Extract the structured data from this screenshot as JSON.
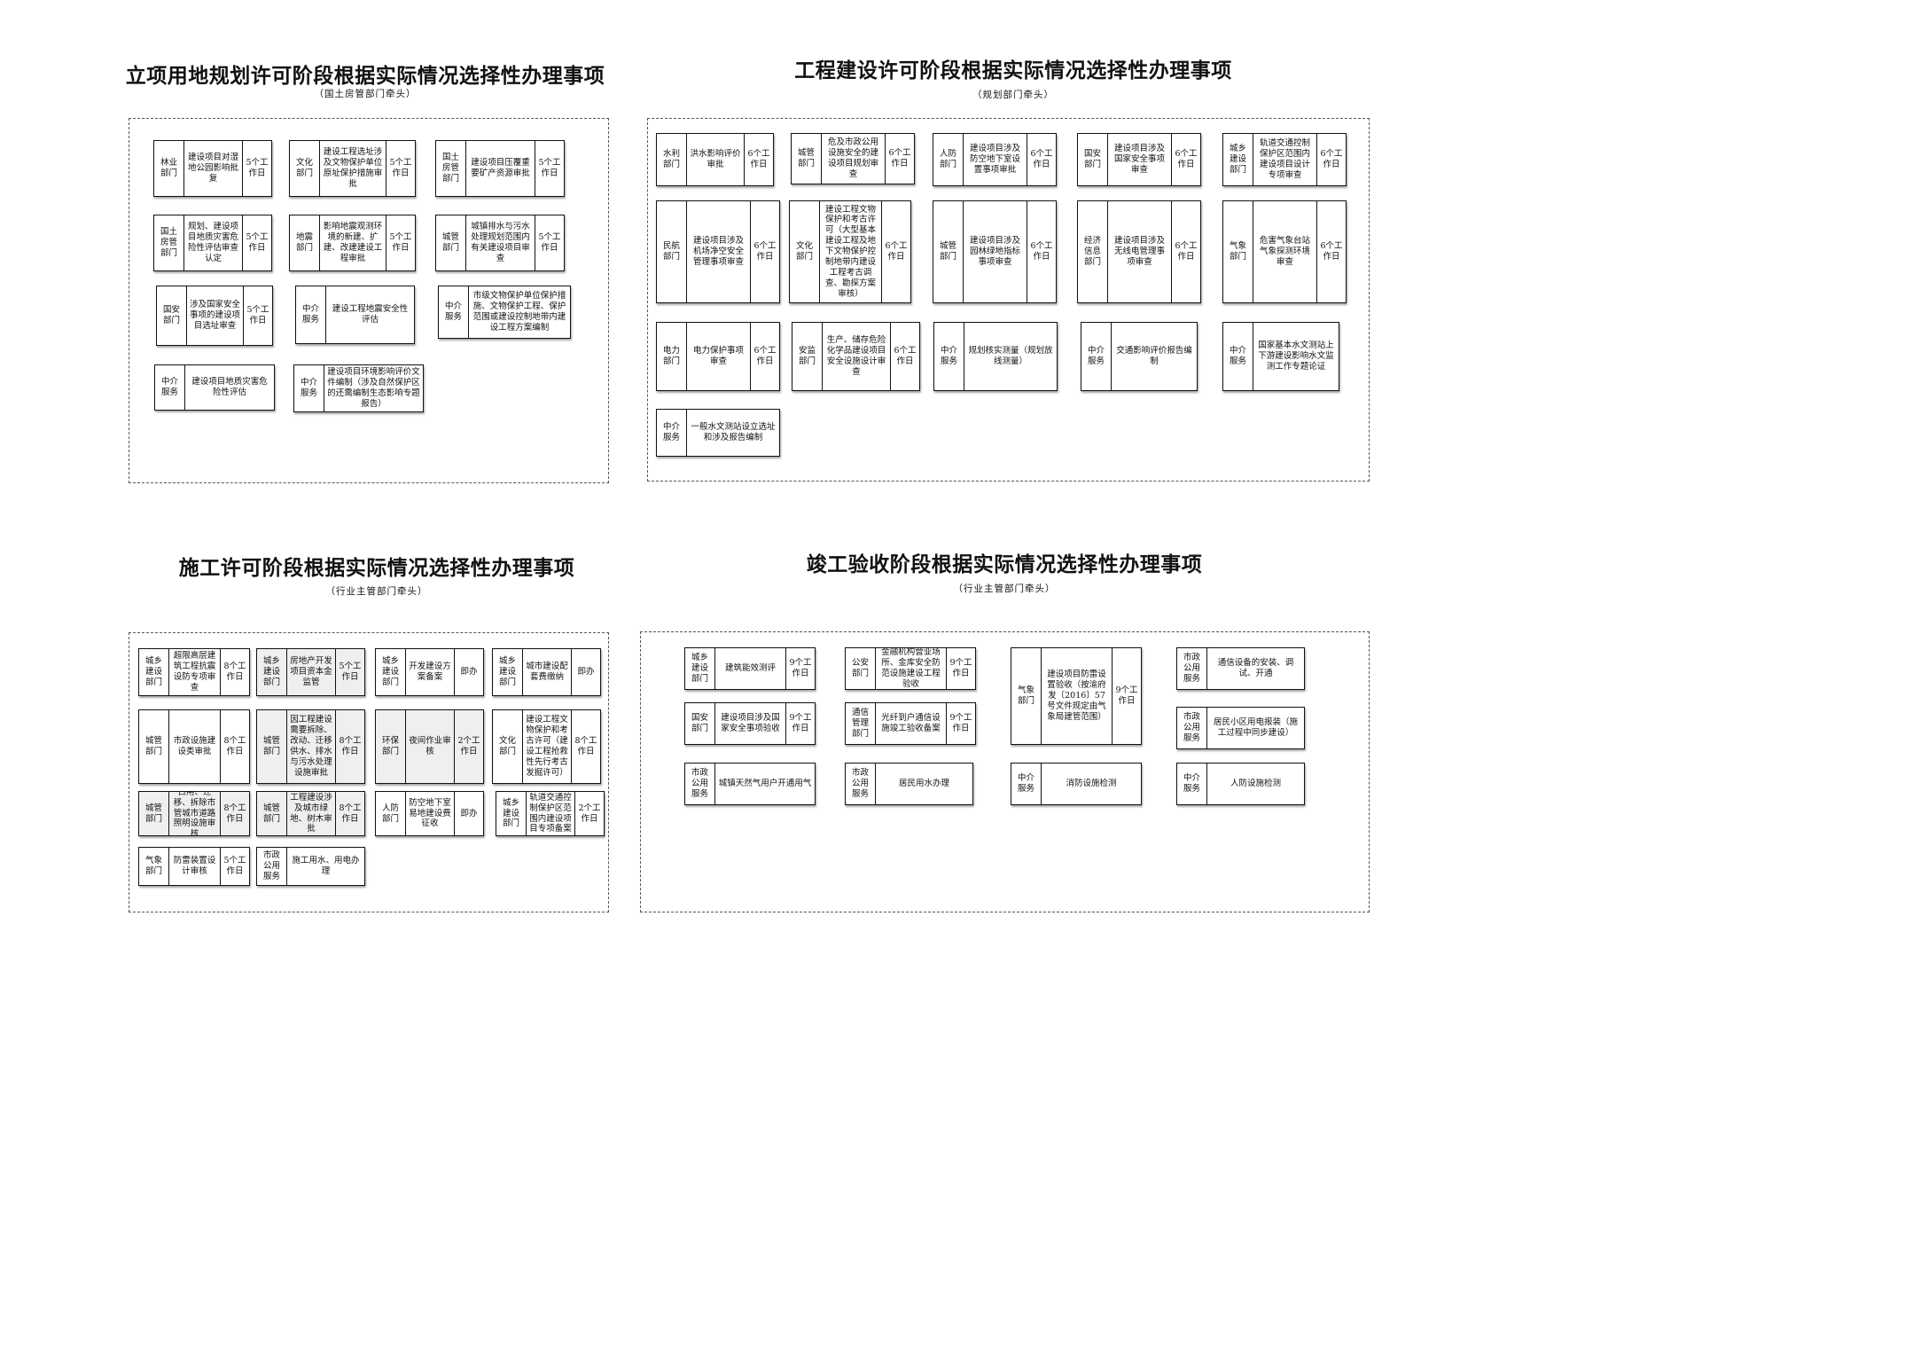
{
  "sections": [
    {
      "title": "立项用地规划许可阶段根据实际情况选择性办理事项",
      "subtitle": "（国土房管部门牵头）",
      "items": [
        {
          "dept": "林业部门",
          "item": "建设项目对湿地公园影响批复",
          "days": "5个工作日"
        },
        {
          "dept": "文化部门",
          "item": "建设工程选址涉及文物保护单位原址保护措施审批",
          "days": "5个工作日"
        },
        {
          "dept": "国土房管部门",
          "item": "建设项目压覆重要矿产资源审批",
          "days": "5个工作日"
        },
        {
          "dept": "国土房管部门",
          "item": "规划、建设项目地质灾害危险性评估审查认定",
          "days": "5个工作日"
        },
        {
          "dept": "地震部门",
          "item": "影响地震观测环境的新建、扩建、改建建设工程审批",
          "days": "5个工作日"
        },
        {
          "dept": "城管部门",
          "item": "城镇排水与污水处理规划范围内有关建设项目审查",
          "days": "5个工作日"
        },
        {
          "dept": "国安部门",
          "item": "涉及国家安全事项的建设项目选址审查",
          "days": "5个工作日"
        },
        {
          "dept": "中介服务",
          "item": "建设工程地震安全性评估",
          "days": ""
        },
        {
          "dept": "中介服务",
          "item": "市级文物保护单位保护措施、文物保护工程、保护范围或建设控制地带内建设工程方案编制",
          "days": ""
        },
        {
          "dept": "中介服务",
          "item": "建设项目地质灾害危险性评估",
          "days": ""
        },
        {
          "dept": "中介服务",
          "item": "建设项目环境影响评价文件编制（涉及自然保护区的还需编制生态影响专题报告）",
          "days": ""
        }
      ]
    },
    {
      "title": "工程建设许可阶段根据实际情况选择性办理事项",
      "subtitle": "（规划部门牵头）",
      "items": [
        {
          "dept": "水利部门",
          "item": "洪水影响评价审批",
          "days": "6个工作日"
        },
        {
          "dept": "城管部门",
          "item": "危及市政公用设施安全的建设项目规划审查",
          "days": "6个工作日"
        },
        {
          "dept": "人防部门",
          "item": "建设项目涉及防空地下室设置事项审批",
          "days": "6个工作日"
        },
        {
          "dept": "国安部门",
          "item": "建设项目涉及国家安全事项审查",
          "days": "6个工作日"
        },
        {
          "dept": "城乡建设部门",
          "item": "轨道交通控制保护区范围内建设项目设计专项审查",
          "days": "6个工作日"
        },
        {
          "dept": "民航部门",
          "item": "建设项目涉及机场净空安全管理事项审查",
          "days": "6个工作日"
        },
        {
          "dept": "文化部门",
          "item": "建设工程文物保护和考古许可（大型基本建设工程及地下文物保护控制地带内建设工程考古调查、勘探方案审核）",
          "days": "6个工作日"
        },
        {
          "dept": "城管部门",
          "item": "建设项目涉及园林绿地指标事项审查",
          "days": "6个工作日"
        },
        {
          "dept": "经济信息部门",
          "item": "建设项目涉及无线电管理事项审查",
          "days": "6个工作日"
        },
        {
          "dept": "气象部门",
          "item": "危害气象台站气象探测环境审查",
          "days": "6个工作日"
        },
        {
          "dept": "电力部门",
          "item": "电力保护事项审查",
          "days": "6个工作日"
        },
        {
          "dept": "安监部门",
          "item": "生产、储存危险化学品建设项目安全设施设计审查",
          "days": "6个工作日"
        },
        {
          "dept": "中介服务",
          "item": "规划核实测量（规划放线测量）",
          "days": ""
        },
        {
          "dept": "中介服务",
          "item": "交通影响评价报告编制",
          "days": ""
        },
        {
          "dept": "中介服务",
          "item": "国家基本水文测站上下游建设影响水文监测工作专题论证",
          "days": ""
        },
        {
          "dept": "中介服务",
          "item": "一般水文测站设立选址和涉及报告编制",
          "days": ""
        }
      ]
    },
    {
      "title": "施工许可阶段根据实际情况选择性办理事项",
      "subtitle": "（行业主管部门牵头）",
      "items": [
        {
          "dept": "城乡建设部门",
          "item": "超限高层建筑工程抗震设防专项审查",
          "days": "8个工作日"
        },
        {
          "dept": "城乡建设部门",
          "item": "房地产开发项目资本金监管",
          "days": "5个工作日"
        },
        {
          "dept": "城乡建设部门",
          "item": "开发建设方案备案",
          "days": "即办"
        },
        {
          "dept": "城乡建设部门",
          "item": "城市建设配套费缴纳",
          "days": "即办"
        },
        {
          "dept": "城管部门",
          "item": "市政设施建设类审批",
          "days": "8个工作日"
        },
        {
          "dept": "城管部门",
          "item": "因工程建设需要拆除、改动、迁移供水、排水与污水处理设施审批",
          "days": "8个工作日"
        },
        {
          "dept": "环保部门",
          "item": "夜间作业审核",
          "days": "2个工作日"
        },
        {
          "dept": "文化部门",
          "item": "建设工程文物保护和考古许可（建设工程抢救性先行考古发掘许可）",
          "days": "8个工作日"
        },
        {
          "dept": "城管部门",
          "item": "占用、迁移、拆除市管城市道路照明设施审核",
          "days": "8个工作日"
        },
        {
          "dept": "城管部门",
          "item": "工程建设涉及城市绿地、树木审批",
          "days": "8个工作日"
        },
        {
          "dept": "人防部门",
          "item": "防空地下室易地建设费征收",
          "days": "即办"
        },
        {
          "dept": "城乡建设部门",
          "item": "轨道交通控制保护区范围内建设项目专项备案",
          "days": "2个工作日"
        },
        {
          "dept": "气象部门",
          "item": "防雷装置设计审核",
          "days": "5个工作日"
        },
        {
          "dept": "市政公用服务",
          "item": "施工用水、用电办理",
          "days": ""
        }
      ]
    },
    {
      "title": "竣工验收阶段根据实际情况选择性办理事项",
      "subtitle": "（行业主管部门牵头）",
      "items": [
        {
          "dept": "城乡建设部门",
          "item": "建筑能效测评",
          "days": "9个工作日"
        },
        {
          "dept": "公安部门",
          "item": "金融机构营业场所、金库安全防范设施建设工程验收",
          "days": "9个工作日"
        },
        {
          "dept": "气象部门",
          "item": "建设项目防雷设置验收（按渝府发〔2016〕57号文件规定由气象局建管范围）",
          "days": "9个工作日"
        },
        {
          "dept": "市政公用服务",
          "item": "通信设备的安装、调试、开通",
          "days": ""
        },
        {
          "dept": "国安部门",
          "item": "建设项目涉及国家安全事项验收",
          "days": "9个工作日"
        },
        {
          "dept": "通信管理部门",
          "item": "光纤到户通信设施竣工验收备案",
          "days": "9个工作日"
        },
        {
          "dept": "市政公用服务",
          "item": "居民小区用电报装（施工过程中同步建设）",
          "days": ""
        },
        {
          "dept": "市政公用服务",
          "item": "城镇天然气用户开通用气",
          "days": ""
        },
        {
          "dept": "市政公用服务",
          "item": "居民用水办理",
          "days": ""
        },
        {
          "dept": "中介服务",
          "item": "消防设施检测",
          "days": ""
        },
        {
          "dept": "中介服务",
          "item": "人防设施检测",
          "days": ""
        }
      ]
    }
  ]
}
